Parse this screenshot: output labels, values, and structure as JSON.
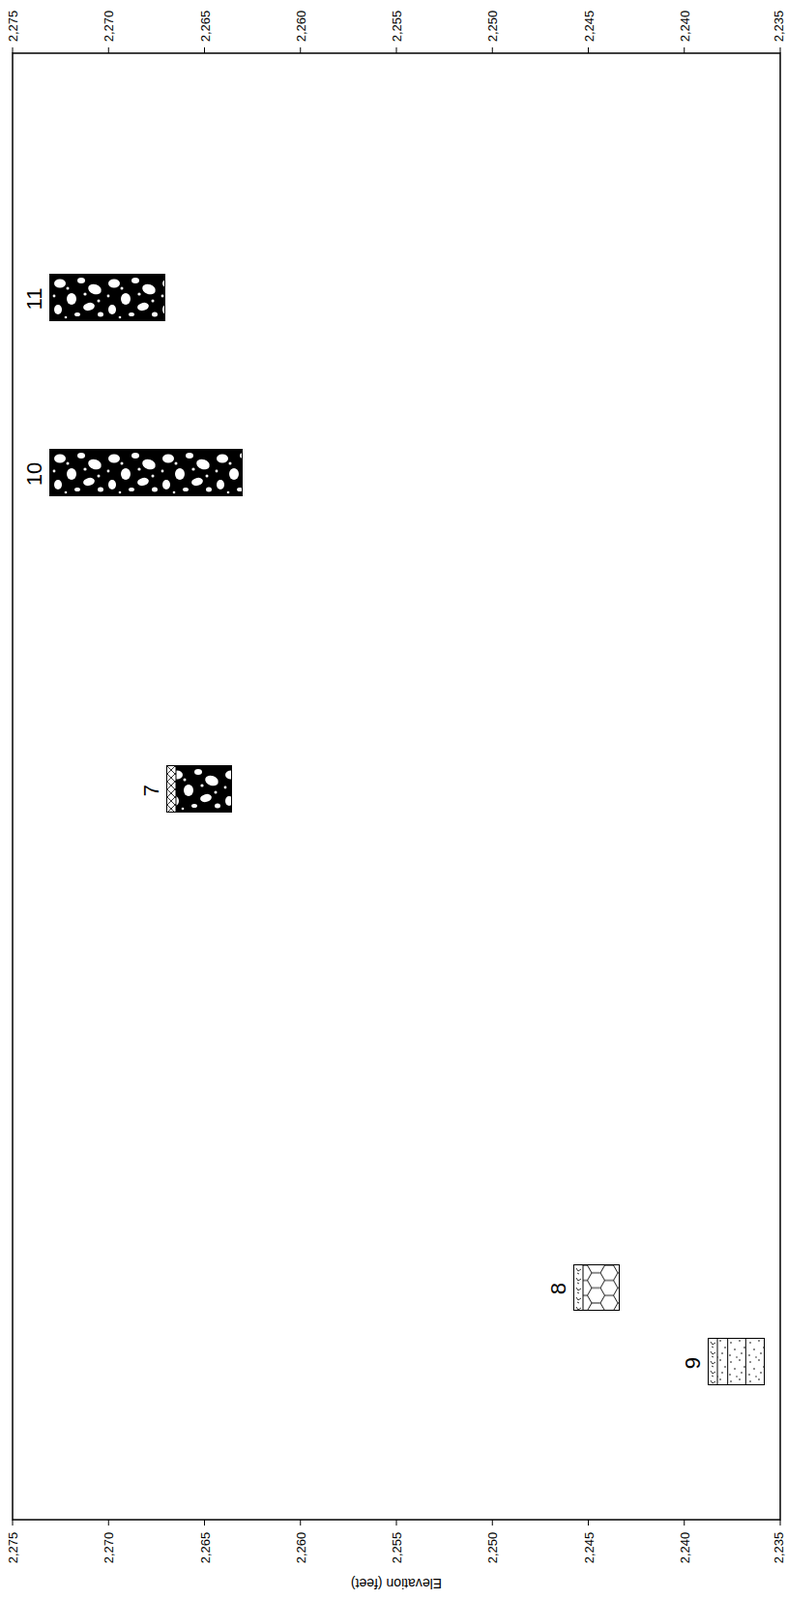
{
  "diagram": {
    "nodes": [
      {
        "text": [
          "11"
        ]
      },
      {
        "text": [
          "10"
        ]
      },
      {
        "text": [
          "7"
        ]
      },
      {
        "text": [
          "8"
        ]
      },
      {
        "text": [
          "9"
        ]
      }
    ],
    "labels": [
      "2,275",
      "2,270",
      "2,265",
      "2,260",
      "2,255",
      "2,250",
      "2,245",
      "2,240",
      "2,235",
      "2,275",
      "2,270",
      "2,265",
      "2,260",
      "2,255",
      "2,250",
      "2,245",
      "2,240",
      "2,235",
      "Elevation (feet)"
    ]
  }
}
